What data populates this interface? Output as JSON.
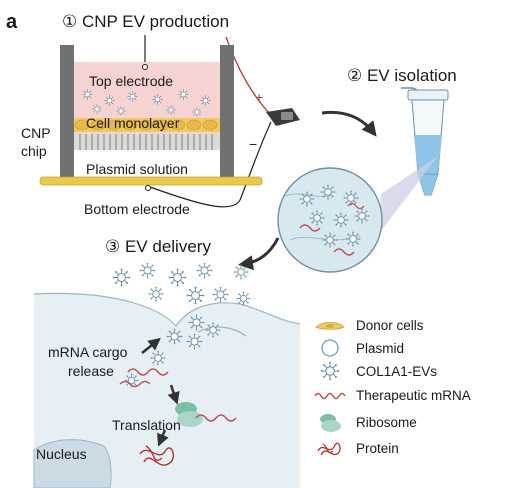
{
  "panel_label": "a",
  "steps": {
    "step1": "① CNP EV production",
    "step2": "② EV  isolation",
    "step3": "③ EV delivery"
  },
  "device": {
    "top_electrode": "Top electrode",
    "cell_monolayer": "Cell monolayer",
    "plasmid_solution": "Plasmid solution",
    "bottom_electrode": "Bottom electrode",
    "chip_label_line1": "CNP",
    "chip_label_line2": "chip",
    "plus_sign": "+",
    "minus_sign": "−"
  },
  "cell": {
    "mrna_release_line1": "mRNA cargo",
    "mrna_release_line2": "release",
    "translation": "Translation",
    "nucleus": "Nucleus"
  },
  "legend": [
    {
      "icon": "donor-cell-icon",
      "label": "Donor cells"
    },
    {
      "icon": "plasmid-icon",
      "label": "Plasmid"
    },
    {
      "icon": "ev-icon",
      "label": "COL1A1-EVs"
    },
    {
      "icon": "mrna-icon",
      "label": "Therapeutic mRNA"
    },
    {
      "icon": "ribosome-icon",
      "label": "Ribosome"
    },
    {
      "icon": "protein-icon",
      "label": "Protein"
    }
  ],
  "colors": {
    "chamber_pink": "#f4d3d0",
    "electrode_gold": "#e8c94a",
    "wall_gray": "#707272",
    "cell_yellow": "#f2c95c",
    "ev_blue": "#6a8fa8",
    "mrna_red": "#c0504d",
    "ribosome_green": "#7bbfa8",
    "cell_bg": "#e6f0f4"
  }
}
